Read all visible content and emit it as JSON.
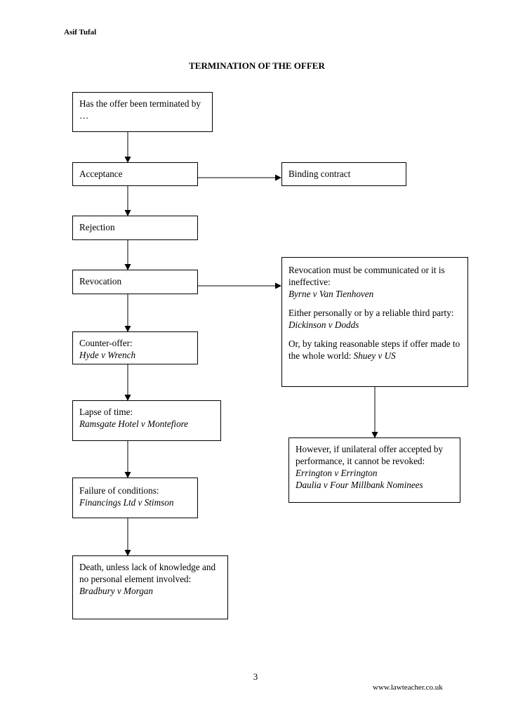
{
  "header": {
    "author": "Asif Tufal"
  },
  "title": "TERMINATION OF THE OFFER",
  "flow": {
    "start": {
      "text": "Has the offer been terminated by …"
    },
    "acceptance": {
      "label": "Acceptance"
    },
    "binding": {
      "label": "Binding contract"
    },
    "rejection": {
      "label": "Rejection"
    },
    "revocation": {
      "label": "Revocation"
    },
    "revocation_note": {
      "line1": "Revocation must be communicated or it is ineffective:",
      "case1": "Byrne v Van Tienhoven",
      "line2": "Either personally or by a reliable third party: ",
      "case2": "Dickinson v Dodds",
      "line3": "Or, by taking reasonable steps if offer made to the whole world: ",
      "case3": "Shuey v US"
    },
    "counter": {
      "label": "Counter-offer:",
      "case": "Hyde v Wrench"
    },
    "lapse": {
      "label": "Lapse of time:",
      "case": "Ramsgate Hotel v Montefiore"
    },
    "unilateral": {
      "text": "However, if unilateral offer accepted by performance, it cannot be revoked:",
      "case1": "Errington v Errington",
      "case2": "Daulia v Four Millbank Nominees"
    },
    "failure": {
      "label": "Failure of conditions:",
      "case": "Financings Ltd v Stimson"
    },
    "death": {
      "text": "Death, unless lack of knowledge and no personal element involved:",
      "case": "Bradbury v Morgan"
    }
  },
  "footer": {
    "page_number": "3",
    "site": "www.lawteacher.co.uk"
  }
}
